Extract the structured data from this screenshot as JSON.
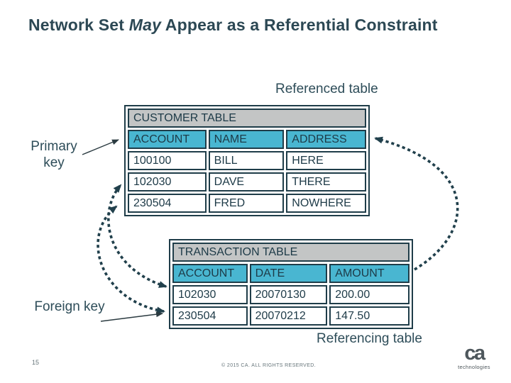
{
  "title": {
    "prefix": "Network Set ",
    "emphasis": "May",
    "suffix": " Appear as a Referential Constraint"
  },
  "labels": {
    "referenced_table": "Referenced table",
    "referencing_table": "Referencing table",
    "primary_key": "Primary key",
    "foreign_key": "Foreign key"
  },
  "customer_table": {
    "title": "CUSTOMER TABLE",
    "columns": [
      "ACCOUNT",
      "NAME",
      "ADDRESS"
    ],
    "rows": [
      {
        "account": "100100",
        "name": "BILL",
        "address": "HERE"
      },
      {
        "account": "102030",
        "name": "DAVE",
        "address": "THERE"
      },
      {
        "account": "230504",
        "name": "FRED",
        "address": "NOWHERE"
      }
    ]
  },
  "transaction_table": {
    "title": "TRANSACTION TABLE",
    "columns": [
      "ACCOUNT",
      "DATE",
      "AMOUNT"
    ],
    "rows": [
      {
        "account": "102030",
        "date": "20070130",
        "amount": "200.00"
      },
      {
        "account": "230504",
        "date": "20070212",
        "amount": "147.50"
      }
    ]
  },
  "footer": {
    "page_number": "15",
    "copyright": "© 2015 CA. ALL RIGHTS RESERVED.",
    "logo_text": "ca",
    "logo_subtext": "technologies"
  },
  "colors": {
    "table_header_cyan": "#49b6d1",
    "table_title_gray": "#c3c5c5",
    "key_value_cyan": "#85c3d1",
    "table_ink": "#1d3a47",
    "title_ink": "#2c4854",
    "arrow_ink": "#21404c",
    "footer_gray": "#66757a",
    "logo_gray": "#4e575c"
  }
}
